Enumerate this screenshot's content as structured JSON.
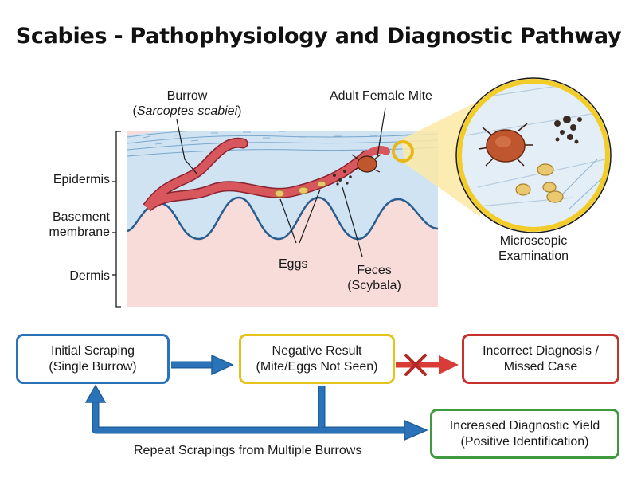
{
  "title": "Scabies - Pathophysiology and Diagnostic Pathway",
  "labels": {
    "burrow_line1": "Burrow",
    "burrow_paren_open": "(",
    "burrow_species": "Sarcoptes scabiei",
    "burrow_paren_close": ")",
    "adult_mite": "Adult Female Mite",
    "epidermis": "Epidermis",
    "basement_line1": "Basement",
    "basement_line2": "membrane",
    "dermis": "Dermis",
    "eggs": "Eggs",
    "feces_line1": "Feces",
    "feces_line2": "(Scybala)",
    "micro_line1": "Microscopic",
    "micro_line2": "Examination"
  },
  "flow": {
    "initial": {
      "line1": "Initial Scraping",
      "line2": "(Single Burrow)",
      "border": "#2a73b8"
    },
    "negative": {
      "line1": "Negative Result",
      "line2": "(Mite/Eggs Not Seen)",
      "border": "#e6c21c"
    },
    "incorrect": {
      "line1": "Incorrect Diagnosis /",
      "line2": "Missed Case",
      "border": "#c8322d"
    },
    "increased": {
      "line1": "Increased Diagnostic Yield",
      "line2": "(Positive Identification)",
      "border": "#3f9a3f"
    },
    "repeat_label": "Repeat Scrapings from Multiple Burrows"
  },
  "colors": {
    "epidermis": "#cfe3f3",
    "dermis": "#f7dcda",
    "burrow": "#d8575c",
    "mite": "#c0562d",
    "egg": "#e9c86f",
    "arrow_blue": "#2a73b8",
    "arrow_red": "#d93b36",
    "lens": "#f2cc28"
  }
}
